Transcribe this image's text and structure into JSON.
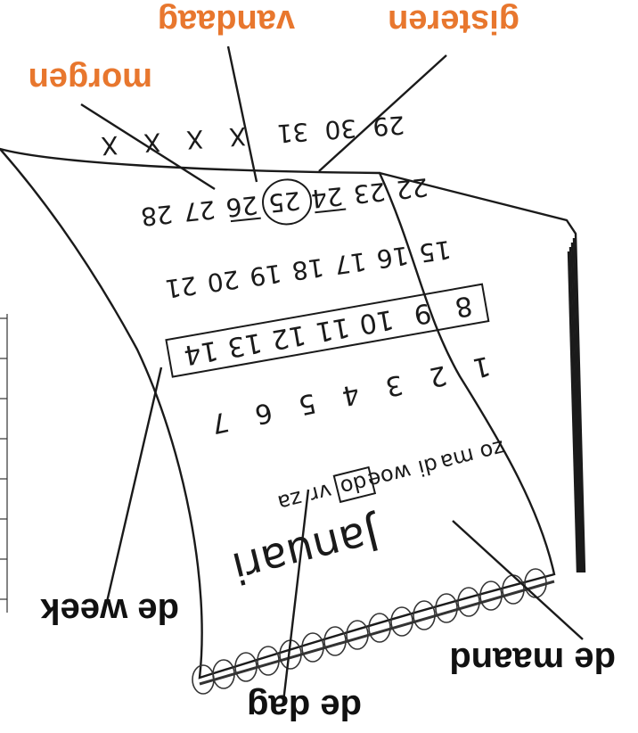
{
  "colors": {
    "orange": "#e8772e",
    "ink": "#1a1a1a"
  },
  "calendar": {
    "month": "Januari",
    "weekdays": [
      "zo",
      "ma",
      "di",
      "woe",
      "do",
      "vr",
      "za"
    ],
    "row1": [
      "1",
      "2",
      "3",
      "4",
      "5",
      "6",
      "7"
    ],
    "row2": [
      "8",
      "9",
      "10",
      "11",
      "12",
      "13",
      "14"
    ],
    "row3": [
      "15",
      "16",
      "17",
      "18",
      "19",
      "20",
      "21"
    ],
    "row4": [
      "22",
      "23",
      "24",
      "25",
      "26",
      "27",
      "28"
    ],
    "row5": [
      "29",
      "30",
      "31",
      "X",
      "X",
      "X",
      "X"
    ]
  },
  "labels": {
    "de_maand": "de maand",
    "de_dag": "de dag",
    "de_week": "de week",
    "morgen": "morgen",
    "vandaag": "vandaag",
    "gisteren": "gisteren"
  }
}
